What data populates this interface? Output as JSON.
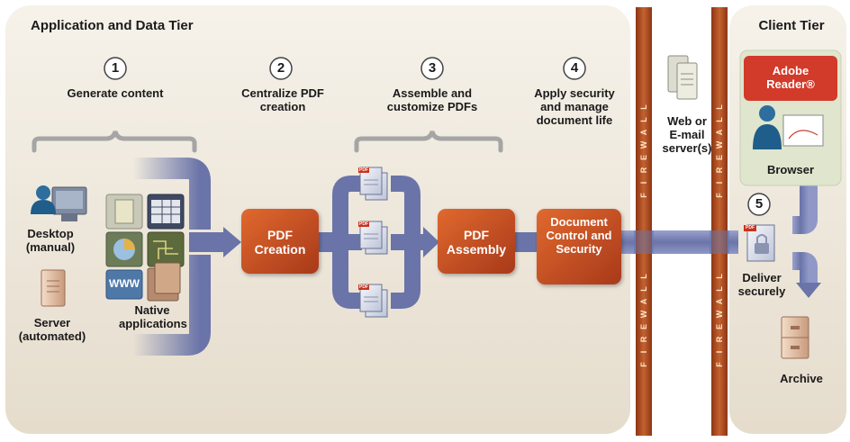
{
  "tiers": {
    "app": "Application and Data Tier",
    "client": "Client Tier"
  },
  "steps": [
    {
      "num": "1",
      "label": "Generate content"
    },
    {
      "num": "2",
      "label": "Centralize PDF creation"
    },
    {
      "num": "3",
      "label": "Assemble and customize PDFs"
    },
    {
      "num": "4",
      "label": "Apply security and manage document life"
    },
    {
      "num": "5",
      "label": "Deliver securely"
    }
  ],
  "sources": {
    "desktop": "Desktop (manual)",
    "server": "Server (automated)",
    "native": "Native applications",
    "www": "WWW"
  },
  "boxes": {
    "pdf_creation": "PDF Creation",
    "pdf_assembly": "PDF Assembly",
    "doc_control": "Document Control and Security"
  },
  "pdf_badge": "PDF",
  "firewall_text": "FIREWALL",
  "web_server": "Web or E-mail server(s)",
  "client": {
    "reader": "Adobe Reader®",
    "browser": "Browser",
    "archive": "Archive"
  },
  "colors": {
    "tier_bg": "#f1ece2",
    "flow": "#6f79ad",
    "process_box": "#c24a22",
    "firewall": "#a9451d",
    "reader_badge": "#d23a2a",
    "browser_panel": "#dfe6cd"
  }
}
